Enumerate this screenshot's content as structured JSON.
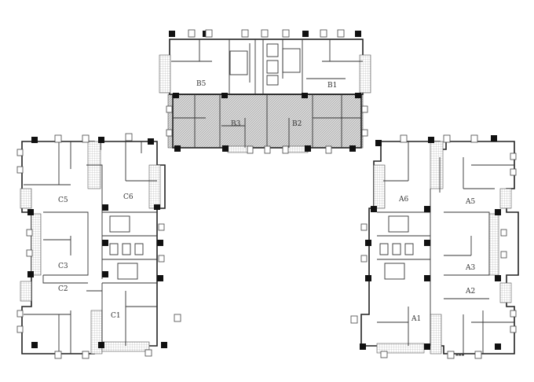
{
  "drawing": {
    "type": "residential tower floor plan",
    "units": {
      "B5": "B5",
      "B1": "B1",
      "B3": "B3",
      "B2": "B2",
      "C5": "C5",
      "C6": "C6",
      "C3": "C3",
      "C2": "C2",
      "C1": "C1",
      "A6": "A6",
      "A5": "A5",
      "A3": "A3",
      "A2": "A2",
      "A1": "A1"
    },
    "colors": {
      "wall": "#222222",
      "column": "#111111",
      "hatch": "#9a9a9a"
    }
  }
}
